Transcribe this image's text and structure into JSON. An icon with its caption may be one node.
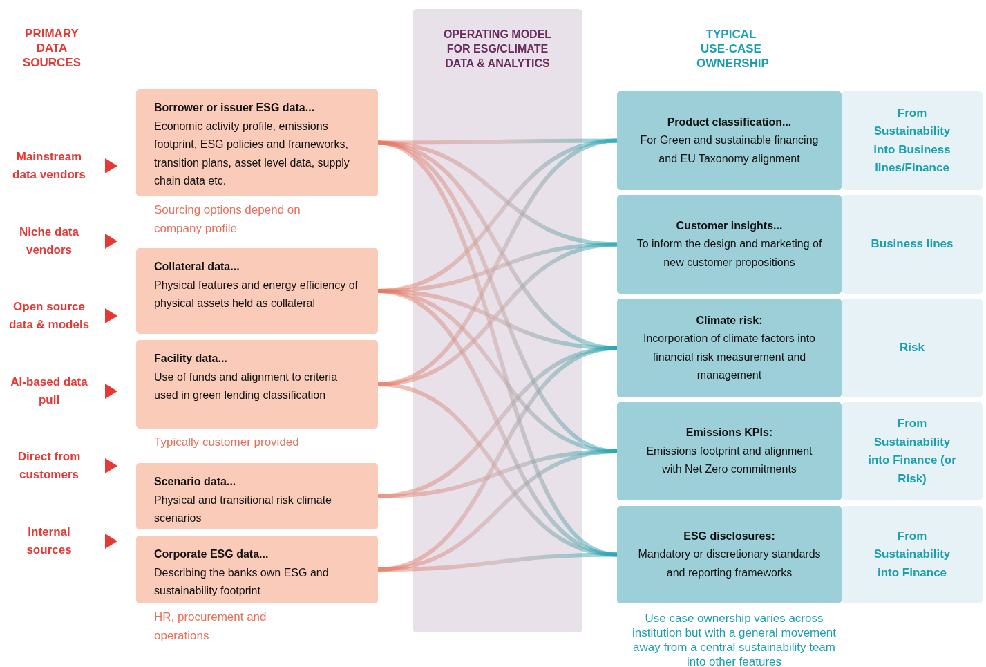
{
  "diagram": {
    "nodes": [
      {
        "text": [
          "Borrower or issuer ESG data...",
          "Economic activity profile, emissions footprint, ESG policies and frameworks, transition plans, asset level data, supply chain data etc."
        ],
        "beside": [
          "Sourcing options depend on company profile"
        ]
      },
      {
        "text": [
          "Collateral data...",
          "Physical features and energy efficiency of physical assets held as collateral"
        ]
      },
      {
        "text": [
          "Facility data...",
          "Use of funds and alignment to criteria used in green lending classification"
        ],
        "beside": [
          "Typically customer provided"
        ]
      },
      {
        "text": [
          "Scenario data...",
          "Physical and transitional risk climate scenarios"
        ]
      },
      {
        "text": [
          "Corporate ESG data...",
          "Describing the banks own ESG and sustainability footprint"
        ],
        "beside": [
          "HR, procurement and operations"
        ]
      },
      {
        "text": [
          "OPERATING MODEL FOR ESG/CLIMATE DATA & ANALYTICS"
        ]
      },
      {
        "text": [
          "Product classification...",
          "For Green and sustainable financing and EU Taxonomy alignment"
        ]
      },
      {
        "text": [
          "Customer insights...",
          "To inform the design and marketing of new customer propositions"
        ]
      },
      {
        "text": [
          "Climate risk:",
          "Incorporation of climate factors into financial risk measurement and management"
        ]
      },
      {
        "text": [
          "Emissions KPIs:",
          "Emissions footprint and alignment with Net Zero commitments"
        ]
      },
      {
        "text": [
          "ESG disclosures:",
          "Mandatory or discretionary standards and reporting frameworks"
        ]
      },
      {
        "text": [
          "From Sustainability into Business lines/Finance"
        ]
      },
      {
        "text": [
          "Business lines"
        ]
      },
      {
        "text": [
          "Risk"
        ]
      },
      {
        "text": [
          "From Sustainability into Finance (or Risk)"
        ]
      },
      {
        "text": [
          "From Sustainability into Finance"
        ]
      }
    ],
    "edges": [
      {
        "from": 0,
        "to": 6,
        "arrow": "none"
      },
      {
        "from": 0,
        "to": 7,
        "arrow": "none"
      },
      {
        "from": 0,
        "to": 8,
        "arrow": "none"
      },
      {
        "from": 0,
        "to": 9,
        "arrow": "none"
      },
      {
        "from": 0,
        "to": 10,
        "arrow": "none"
      },
      {
        "from": 1,
        "to": 6,
        "arrow": "none"
      },
      {
        "from": 1,
        "to": 7,
        "arrow": "none"
      },
      {
        "from": 1,
        "to": 8,
        "arrow": "none"
      },
      {
        "from": 1,
        "to": 9,
        "arrow": "none"
      },
      {
        "from": 1,
        "to": 10,
        "arrow": "none"
      },
      {
        "from": 2,
        "to": 6,
        "arrow": "none"
      },
      {
        "from": 2,
        "to": 7,
        "arrow": "none"
      },
      {
        "from": 2,
        "to": 10,
        "arrow": "none"
      },
      {
        "from": 3,
        "to": 8,
        "arrow": "none"
      },
      {
        "from": 3,
        "to": 9,
        "arrow": "none"
      },
      {
        "from": 4,
        "to": 8,
        "arrow": "none"
      },
      {
        "from": 4,
        "to": 9,
        "arrow": "none"
      },
      {
        "from": 4,
        "to": 10,
        "arrow": "none"
      }
    ],
    "labels": [
      "PRIMARY DATA SOURCES",
      "TYPICAL USE-CASE OWNERSHIP",
      "Mainstream data vendors",
      "Niche data vendors",
      "Open source data & models",
      "AI-based data pull",
      "Direct from customers",
      "Internal sources",
      "Use case ownership varies across institution but with a general movement away from a central sustainability team into other features"
    ]
  }
}
